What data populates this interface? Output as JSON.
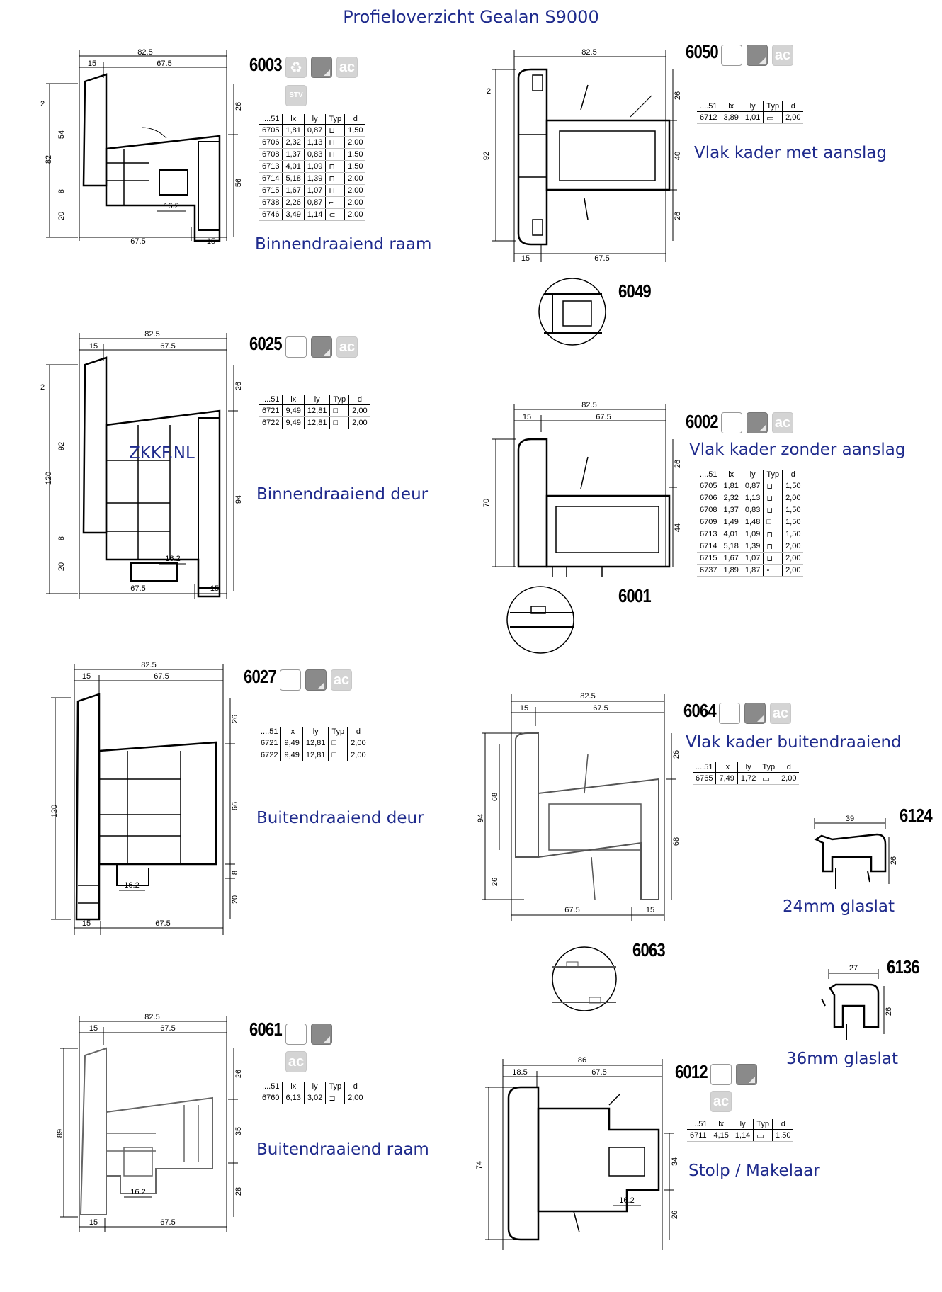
{
  "title": "Profieloverzicht Gealan S9000",
  "watermark": "ZKKF.NL",
  "table_headers": [
    "....51",
    "lx",
    "ly",
    "Typ",
    "d"
  ],
  "sections": {
    "s6003": {
      "code": "6003",
      "label": "Binnendraaiend raam",
      "badges": [
        "recycle",
        "foil",
        "ac",
        "stv"
      ],
      "dims": {
        "w_total": "82.5",
        "w_left": "15",
        "w_right": "67.5",
        "b_left": "67.5",
        "b_right": "15",
        "h1": "2",
        "h2": "54",
        "h3": "82",
        "h4": "8",
        "h5": "20",
        "r1": "26",
        "r2": "56",
        "glass": "16.2"
      },
      "rows": [
        [
          "6705",
          "1,81",
          "0,87",
          "⊔",
          "1,50"
        ],
        [
          "6706",
          "2,32",
          "1,13",
          "⊔",
          "2,00"
        ],
        [
          "6708",
          "1,37",
          "0,83",
          "⊔",
          "1,50"
        ],
        [
          "6713",
          "4,01",
          "1,09",
          "⊓",
          "1,50"
        ],
        [
          "6714",
          "5,18",
          "1,39",
          "⊓",
          "2,00"
        ],
        [
          "6715",
          "1,67",
          "1,07",
          "⊔",
          "2,00"
        ],
        [
          "6738",
          "2,26",
          "0,87",
          "⌐",
          "2,00"
        ],
        [
          "6746",
          "3,49",
          "1,14",
          "⊂",
          "2,00"
        ]
      ]
    },
    "s6050": {
      "code": "6050",
      "label": "Vlak kader met aanslag",
      "badges": [
        "blank",
        "foil",
        "ac"
      ],
      "dims": {
        "w_total": "82.5",
        "b_left": "15",
        "b_right": "67.5",
        "h_left": "92",
        "r1": "26",
        "r2": "40",
        "r3": "26",
        "mark": "2"
      },
      "rows": [
        [
          "6712",
          "3,89",
          "1,01",
          "▭",
          "2,00"
        ]
      ]
    },
    "s6049": {
      "code": "6049"
    },
    "s6025": {
      "code": "6025",
      "label": "Binnendraaiend deur",
      "badges": [
        "blank",
        "foil",
        "ac"
      ],
      "dims": {
        "w_total": "82.5",
        "w_left": "15",
        "w_right": "67.5",
        "b_left": "67.5",
        "b_right": "15",
        "h1": "2",
        "h2": "92",
        "h3": "120",
        "h4": "8",
        "h5": "20",
        "r1": "26",
        "r2": "94",
        "glass": "16.2"
      },
      "rows": [
        [
          "6721",
          "9,49",
          "12,81",
          "□",
          "2,00"
        ],
        [
          "6722",
          "9,49",
          "12,81",
          "□",
          "2,00"
        ]
      ]
    },
    "s6002": {
      "code": "6002",
      "label": "Vlak kader zonder aanslag",
      "badges": [
        "blank",
        "foil",
        "ac"
      ],
      "dims": {
        "w_total": "82.5",
        "w_left": "15",
        "w_right": "67.5",
        "h_left": "70",
        "r1": "26",
        "r2": "44"
      },
      "rows": [
        [
          "6705",
          "1,81",
          "0,87",
          "⊔",
          "1,50"
        ],
        [
          "6706",
          "2,32",
          "1,13",
          "⊔",
          "2,00"
        ],
        [
          "6708",
          "1,37",
          "0,83",
          "⊔",
          "1,50"
        ],
        [
          "6709",
          "1,49",
          "1,48",
          "□",
          "1,50"
        ],
        [
          "6713",
          "4,01",
          "1,09",
          "⊓",
          "1,50"
        ],
        [
          "6714",
          "5,18",
          "1,39",
          "⊓",
          "2,00"
        ],
        [
          "6715",
          "1,67",
          "1,07",
          "⊔",
          "2,00"
        ],
        [
          "6737",
          "1,89",
          "1,87",
          "▫",
          "2,00"
        ]
      ]
    },
    "s6001": {
      "code": "6001"
    },
    "s6027": {
      "code": "6027",
      "label": "Buitendraaiend deur",
      "badges": [
        "blank",
        "foil",
        "ac"
      ],
      "dims": {
        "w_total": "82.5",
        "w_left": "15",
        "w_right": "67.5",
        "b_left": "15",
        "b_right": "67.5",
        "h_left": "120",
        "r1": "26",
        "r2": "66",
        "r3": "8",
        "r4": "20",
        "glass": "16.2"
      },
      "rows": [
        [
          "6721",
          "9,49",
          "12,81",
          "□",
          "2,00"
        ],
        [
          "6722",
          "9,49",
          "12,81",
          "□",
          "2,00"
        ]
      ]
    },
    "s6064": {
      "code": "6064",
      "label": "Vlak kader buitendraaiend",
      "badges": [
        "blank",
        "foil",
        "ac"
      ],
      "dims": {
        "w_total": "82.5",
        "w_left": "15",
        "w_right": "67.5",
        "b_left": "67.5",
        "b_right": "15",
        "h1": "94",
        "h2": "68",
        "h3": "26",
        "r1": "26",
        "r2": "68"
      },
      "rows": [
        [
          "6765",
          "7,49",
          "1,72",
          "▭",
          "2,00"
        ]
      ]
    },
    "s6063": {
      "code": "6063"
    },
    "s6124": {
      "code": "6124",
      "label": "24mm glaslat",
      "dims": {
        "w": "39",
        "h": "26"
      }
    },
    "s6136": {
      "code": "6136",
      "label": "36mm glaslat",
      "dims": {
        "w": "27",
        "h": "26"
      }
    },
    "s6061": {
      "code": "6061",
      "label": "Buitendraaiend raam",
      "badges": [
        "blank",
        "foil",
        "ac"
      ],
      "dims": {
        "w_total": "82.5",
        "w_left": "15",
        "w_right": "67.5",
        "b_left": "15",
        "b_right": "67.5",
        "h_left": "89",
        "r1": "26",
        "r2": "35",
        "r3": "28",
        "glass": "16.2"
      },
      "rows": [
        [
          "6760",
          "6,13",
          "3,02",
          "⊐",
          "2,00"
        ]
      ]
    },
    "s6012": {
      "code": "6012",
      "label": "Stolp / Makelaar",
      "badges": [
        "blank",
        "foil",
        "ac"
      ],
      "dims": {
        "w_total": "86",
        "w_left": "18.5",
        "w_right": "67.5",
        "h_left": "74",
        "r1": "34",
        "r2": "26",
        "glass": "16.2"
      },
      "rows": [
        [
          "6711",
          "4,15",
          "1,14",
          "▭",
          "1,50"
        ]
      ]
    }
  }
}
